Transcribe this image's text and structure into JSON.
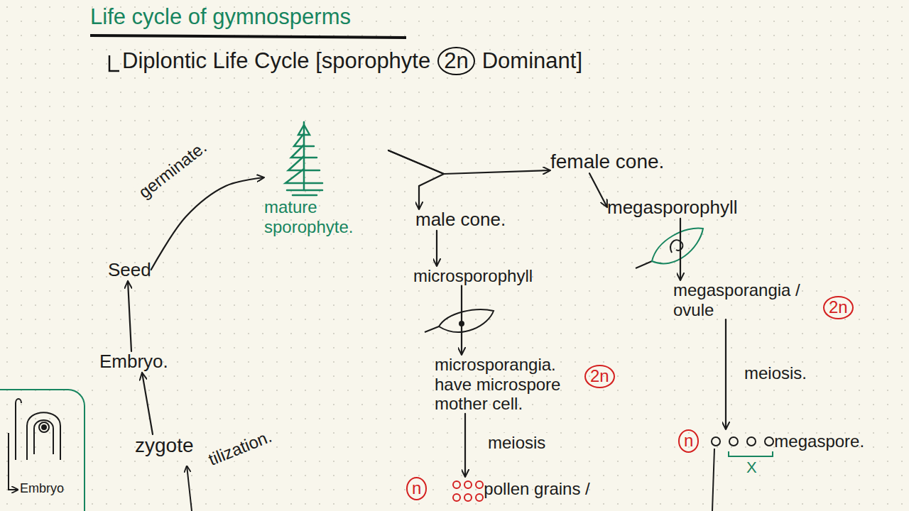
{
  "diagram": {
    "title": "Life cycle of gymnosperms",
    "nodes": [
      {
        "text": [
          "mature sporophyte."
        ]
      },
      {
        "text": [
          "female cone."
        ]
      },
      {
        "text": [
          "male cone."
        ]
      },
      {
        "text": [
          "megasporophyll"
        ]
      },
      {
        "text": [
          "microsporophyll"
        ]
      },
      {
        "text": [
          "megasporangia / ovule",
          "2n"
        ]
      },
      {
        "text": [
          "microsporangia. have microspore mother cell.",
          "2n"
        ]
      },
      {
        "text": [
          "n",
          "megaspore."
        ]
      },
      {
        "text": [
          "n",
          "pollen grains /"
        ]
      },
      {
        "text": [
          "zygote"
        ]
      },
      {
        "text": [
          "Embryo."
        ]
      },
      {
        "text": [
          "Seed"
        ]
      },
      {
        "text": [
          "Embryo"
        ]
      }
    ],
    "edges": [
      {
        "from": 0,
        "to": 1,
        "arrow": "to"
      },
      {
        "from": 0,
        "to": 2,
        "arrow": "to"
      },
      {
        "from": 1,
        "to": 3,
        "arrow": "to"
      },
      {
        "from": 2,
        "to": 4,
        "arrow": "to"
      },
      {
        "from": 3,
        "to": 5,
        "arrow": "to"
      },
      {
        "from": 4,
        "to": 6,
        "arrow": "to"
      },
      {
        "from": 5,
        "to": 7,
        "label": "meiosis.",
        "arrow": "to"
      },
      {
        "from": 6,
        "to": 8,
        "label": "meiosis",
        "arrow": "to"
      },
      {
        "from": 9,
        "to": 10,
        "arrow": "to"
      },
      {
        "from": 10,
        "to": 11,
        "arrow": "to"
      },
      {
        "from": 11,
        "to": 0,
        "label": "germinate.",
        "arrow": "to"
      }
    ],
    "labels": [
      "Diplontic Life Cycle [sporophyte",
      "2n",
      "Dominant]",
      "X",
      "tilization."
    ]
  }
}
